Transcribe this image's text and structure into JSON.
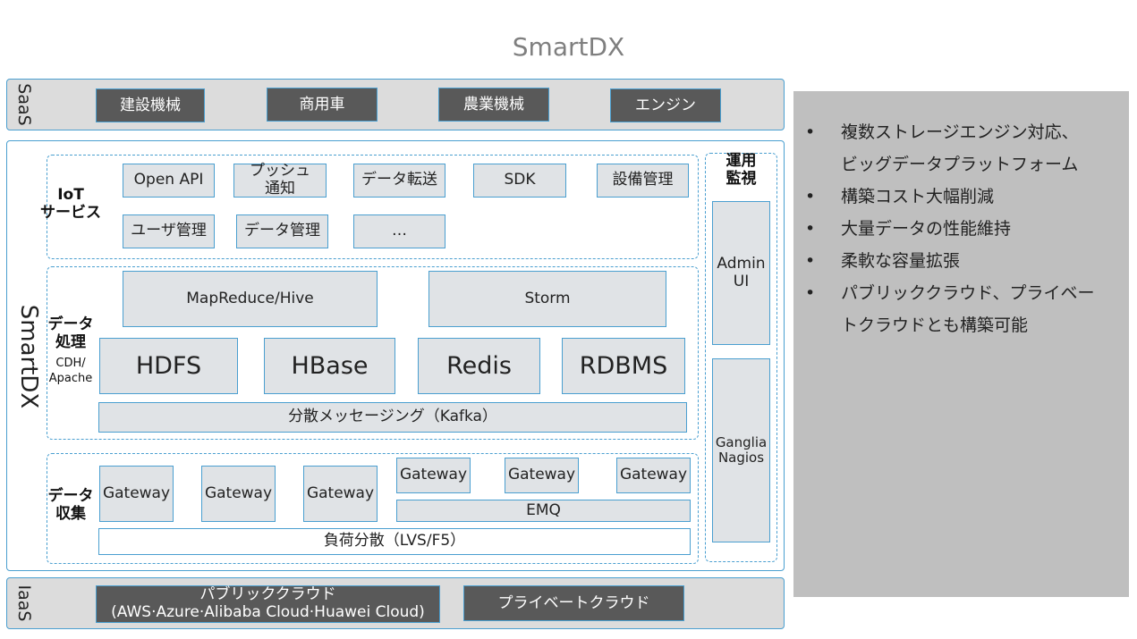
{
  "title": "SmartDX",
  "saas": {
    "label": "SaaS",
    "items": [
      "建設機械",
      "商用車",
      "農業機械",
      "エンジン"
    ]
  },
  "platform": {
    "label": "SmartDX",
    "iot": {
      "label": "IoT\nサービス",
      "items": [
        "Open API",
        "プッシュ\n通知",
        "データ転送",
        "SDK",
        "設備管理",
        "ユーザ管理",
        "データ管理",
        "…"
      ]
    },
    "processing": {
      "label": "データ\n処理",
      "sublabel": "CDH/\nApache",
      "compute": [
        "MapReduce/Hive",
        "Storm"
      ],
      "storage": [
        "HDFS",
        "HBase",
        "Redis",
        "RDBMS"
      ],
      "messaging": "分散メッセージング（Kafka）"
    },
    "collection": {
      "label": "データ\n収集",
      "gateways": [
        "Gateway",
        "Gateway",
        "Gateway",
        "Gateway",
        "Gateway",
        "Gateway"
      ],
      "emq": "EMQ",
      "lb": "負荷分散（LVS/F5）"
    },
    "ops": {
      "label": "運用\n監視",
      "admin": "Admin\nUI",
      "monitor": "Ganglia\nNagios"
    }
  },
  "iaas": {
    "label": "IaaS",
    "public_cloud": "パブリッククラウド\n(AWS·Azure·Alibaba Cloud·Huawei Cloud)",
    "private_cloud": "プライベートクラウド"
  },
  "features": {
    "bullet": "•",
    "items": [
      "複数ストレージエンジン対応、\nビッグデータプラットフォーム",
      "構築コスト大幅削減",
      "大量データの性能維持",
      "柔軟な容量拡張",
      "パブリッククラウド、プライベー\nトクラウドとも構築可能"
    ]
  },
  "colors": {
    "accent_border": "#4a9fd0",
    "dark_box": "#595959",
    "light_box": "#e0e3e6",
    "layer_bg": "#dcdcdc",
    "panel_bg": "#bfbfbf",
    "title": "#7f7f7f"
  }
}
